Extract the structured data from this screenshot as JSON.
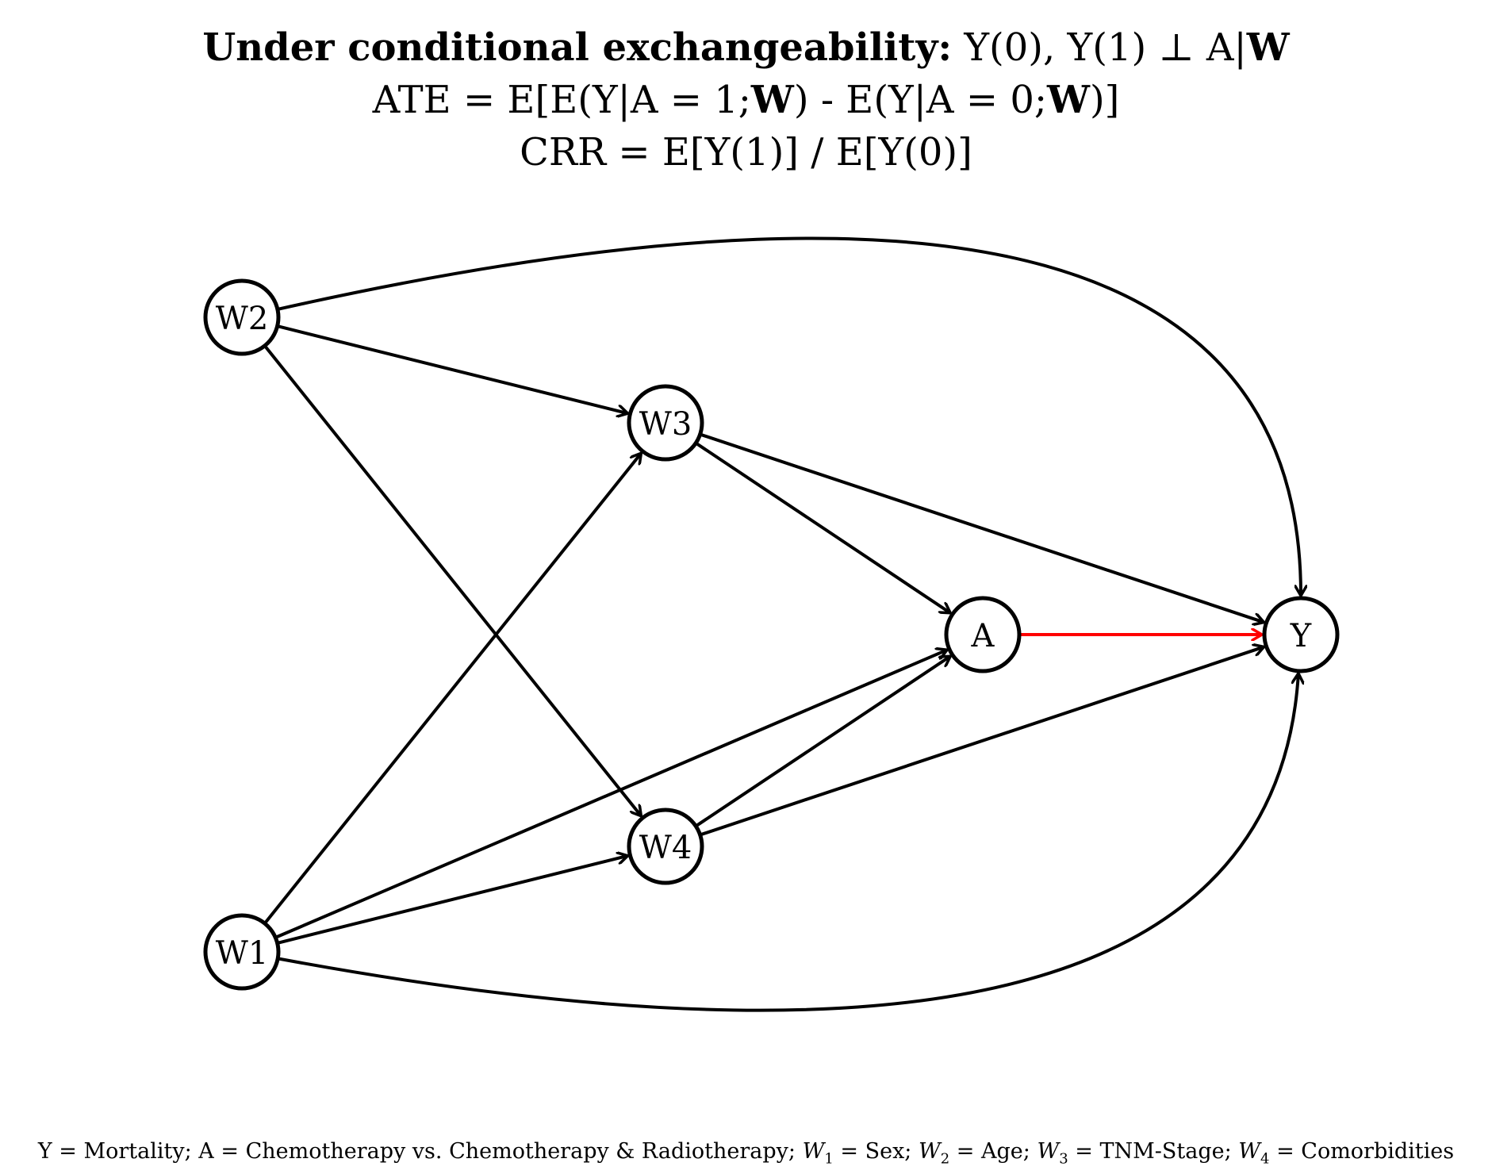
{
  "header": {
    "line1_bold": "Under conditional exchangeability:",
    "line1_rest_a": "Y(0), Y(1) ⊥ A|",
    "line1_bold_w": "W",
    "line2": {
      "p1": "ATE = E[E(Y|A = 1;",
      "w1": "W",
      "p2": ") - E(Y|A = 0;",
      "w2": "W",
      "p3": ")]"
    },
    "line3": "CRR = E[Y(1)] / E[Y(0)]"
  },
  "diagram": {
    "nodes": [
      {
        "id": "W2",
        "label": "W2"
      },
      {
        "id": "W3",
        "label": "W3"
      },
      {
        "id": "A",
        "label": "A"
      },
      {
        "id": "Y",
        "label": "Y"
      },
      {
        "id": "W4",
        "label": "W4"
      },
      {
        "id": "W1",
        "label": "W1"
      }
    ],
    "edges": [
      {
        "from": "W2",
        "to": "W3"
      },
      {
        "from": "W2",
        "to": "W4"
      },
      {
        "from": "W2",
        "to": "Y"
      },
      {
        "from": "W1",
        "to": "W3"
      },
      {
        "from": "W1",
        "to": "A"
      },
      {
        "from": "W1",
        "to": "W4"
      },
      {
        "from": "W1",
        "to": "Y"
      },
      {
        "from": "W3",
        "to": "A"
      },
      {
        "from": "W3",
        "to": "Y"
      },
      {
        "from": "W4",
        "to": "A"
      },
      {
        "from": "W4",
        "to": "Y"
      },
      {
        "from": "A",
        "to": "Y",
        "color": "#ff0000"
      }
    ],
    "default_edge_color": "#000000"
  },
  "legend": {
    "p0": "Y = Mortality; A = Chemotherapy vs. Chemotherapy & Radiotherapy;",
    "w1_var": "W",
    "w1_sub": "1",
    "w1_val": " = Sex;",
    "w2_var": "W",
    "w2_sub": "2",
    "w2_val": " = Age;",
    "w3_var": "W",
    "w3_sub": "3",
    "w3_val": " = TNM-Stage;",
    "w4_var": "W",
    "w4_sub": "4",
    "w4_val": " = Comorbidities"
  }
}
